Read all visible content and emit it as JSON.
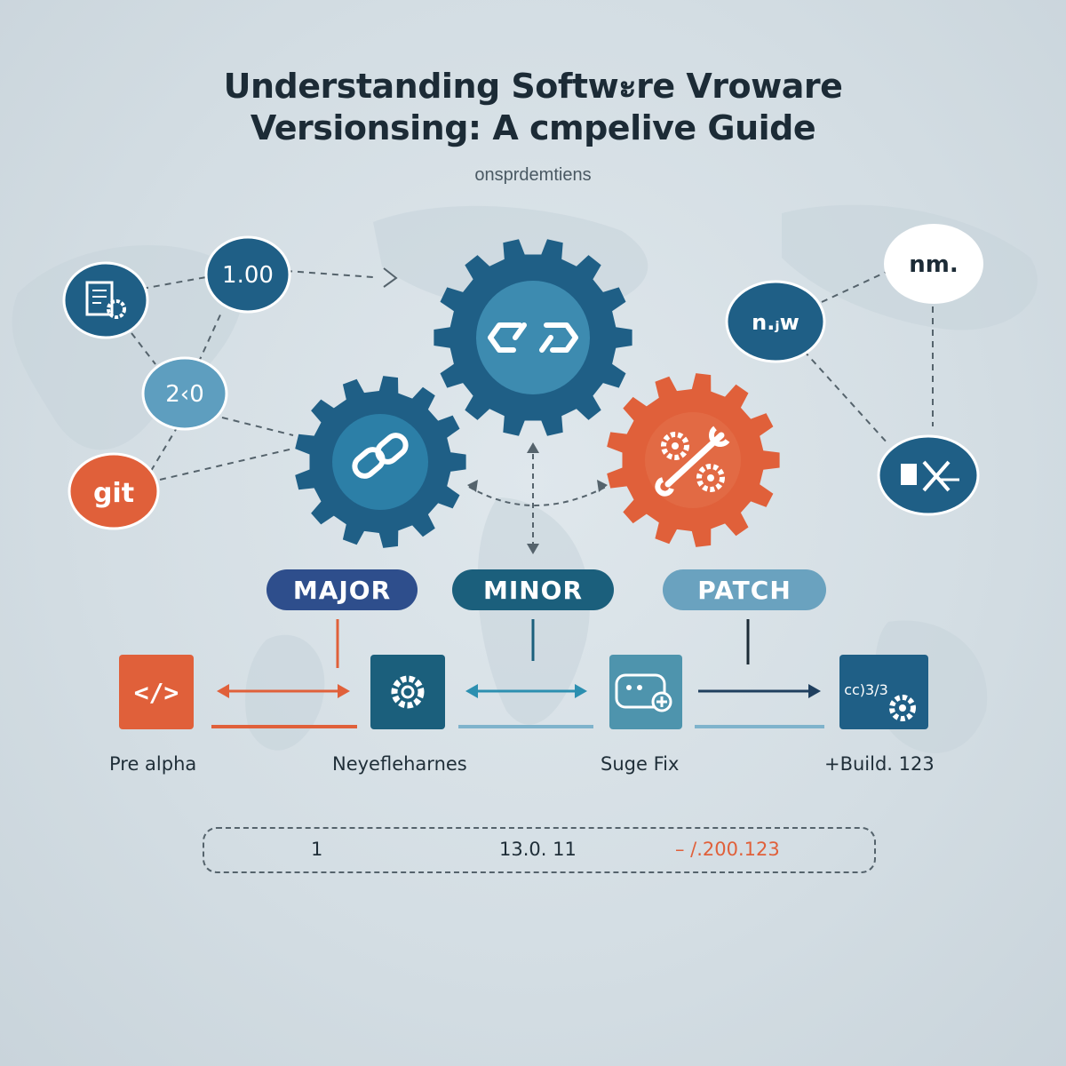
{
  "title_line1": "Understanding Softwะre Vroware",
  "title_line2": "Versionsing: A cmpelive Guide",
  "subtitle": "onsprdemtiens",
  "nodes": {
    "v1": "1.00",
    "v2": "2‹0",
    "git": "git",
    "nmw": "n.ⱼw",
    "nm": "nm."
  },
  "pills": {
    "major": "MAJOR",
    "minor": "MINOR",
    "patch": "PATCH"
  },
  "captions": {
    "pre_alpha": "Pre alpha",
    "neyef": "Neyeflehаrnes",
    "suge_fix": "Suge Fix",
    "build": "+Build. 123"
  },
  "versions": {
    "v_a": "1",
    "v_b": "13.0. 11",
    "v_c": "– /.200.123"
  },
  "tile_code": "</>",
  "tile_build_code": "cc)3/3",
  "colors": {
    "dark_blue": "#1f5f86",
    "mid_blue": "#2c7fa7",
    "orange": "#e0603a",
    "navy": "#2e4e8c",
    "teal": "#1b5f7c",
    "light_teal": "#6aa2bf"
  }
}
